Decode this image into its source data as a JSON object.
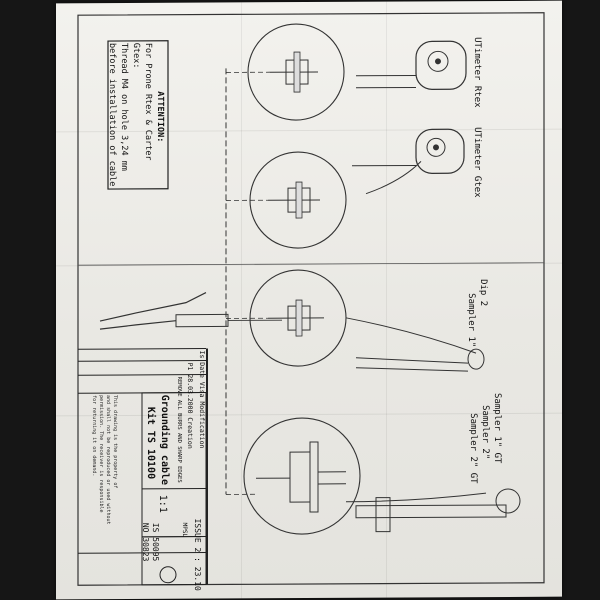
{
  "attention": {
    "title": "ATTENTION:",
    "line1": "For Prone Rtex & Carter Gtex:",
    "line2": "Thread M4 on hole 3,24 mm",
    "line3": "before installation of cable"
  },
  "instruments": {
    "utimeter_rtex": "UTimeter Rtex",
    "utimeter_gtex": "UTimeter Gtex",
    "dip2": "Dip 2",
    "sampler1": "Sampler 1\"",
    "sampler1gt": "Sampler 1\" GT",
    "sampler2": "Sampler 2\"",
    "sampler2gt": "Sampler 2\" GT"
  },
  "title_block": {
    "product_line1": "Grounding cable",
    "product_line2": "Kit TS 10100",
    "scale": "1:1",
    "issue": "ISSUE 2 : 23.10",
    "std": "IS 50095",
    "number": "NO 30823",
    "mpsl": "MPSL",
    "rev_header": "Is  Date  Visa  Modification",
    "rev_row": "P1  28.03.2000  Creation",
    "remove_note": "REMOVE ALL BURRS AND SHARP EDGES",
    "notice_line1": "This drawing is the property of",
    "notice_line2": "and shall not be reproduced or used without",
    "notice_line3": "permission. The receiver is responsible",
    "notice_line4": "for returning it on demand."
  }
}
